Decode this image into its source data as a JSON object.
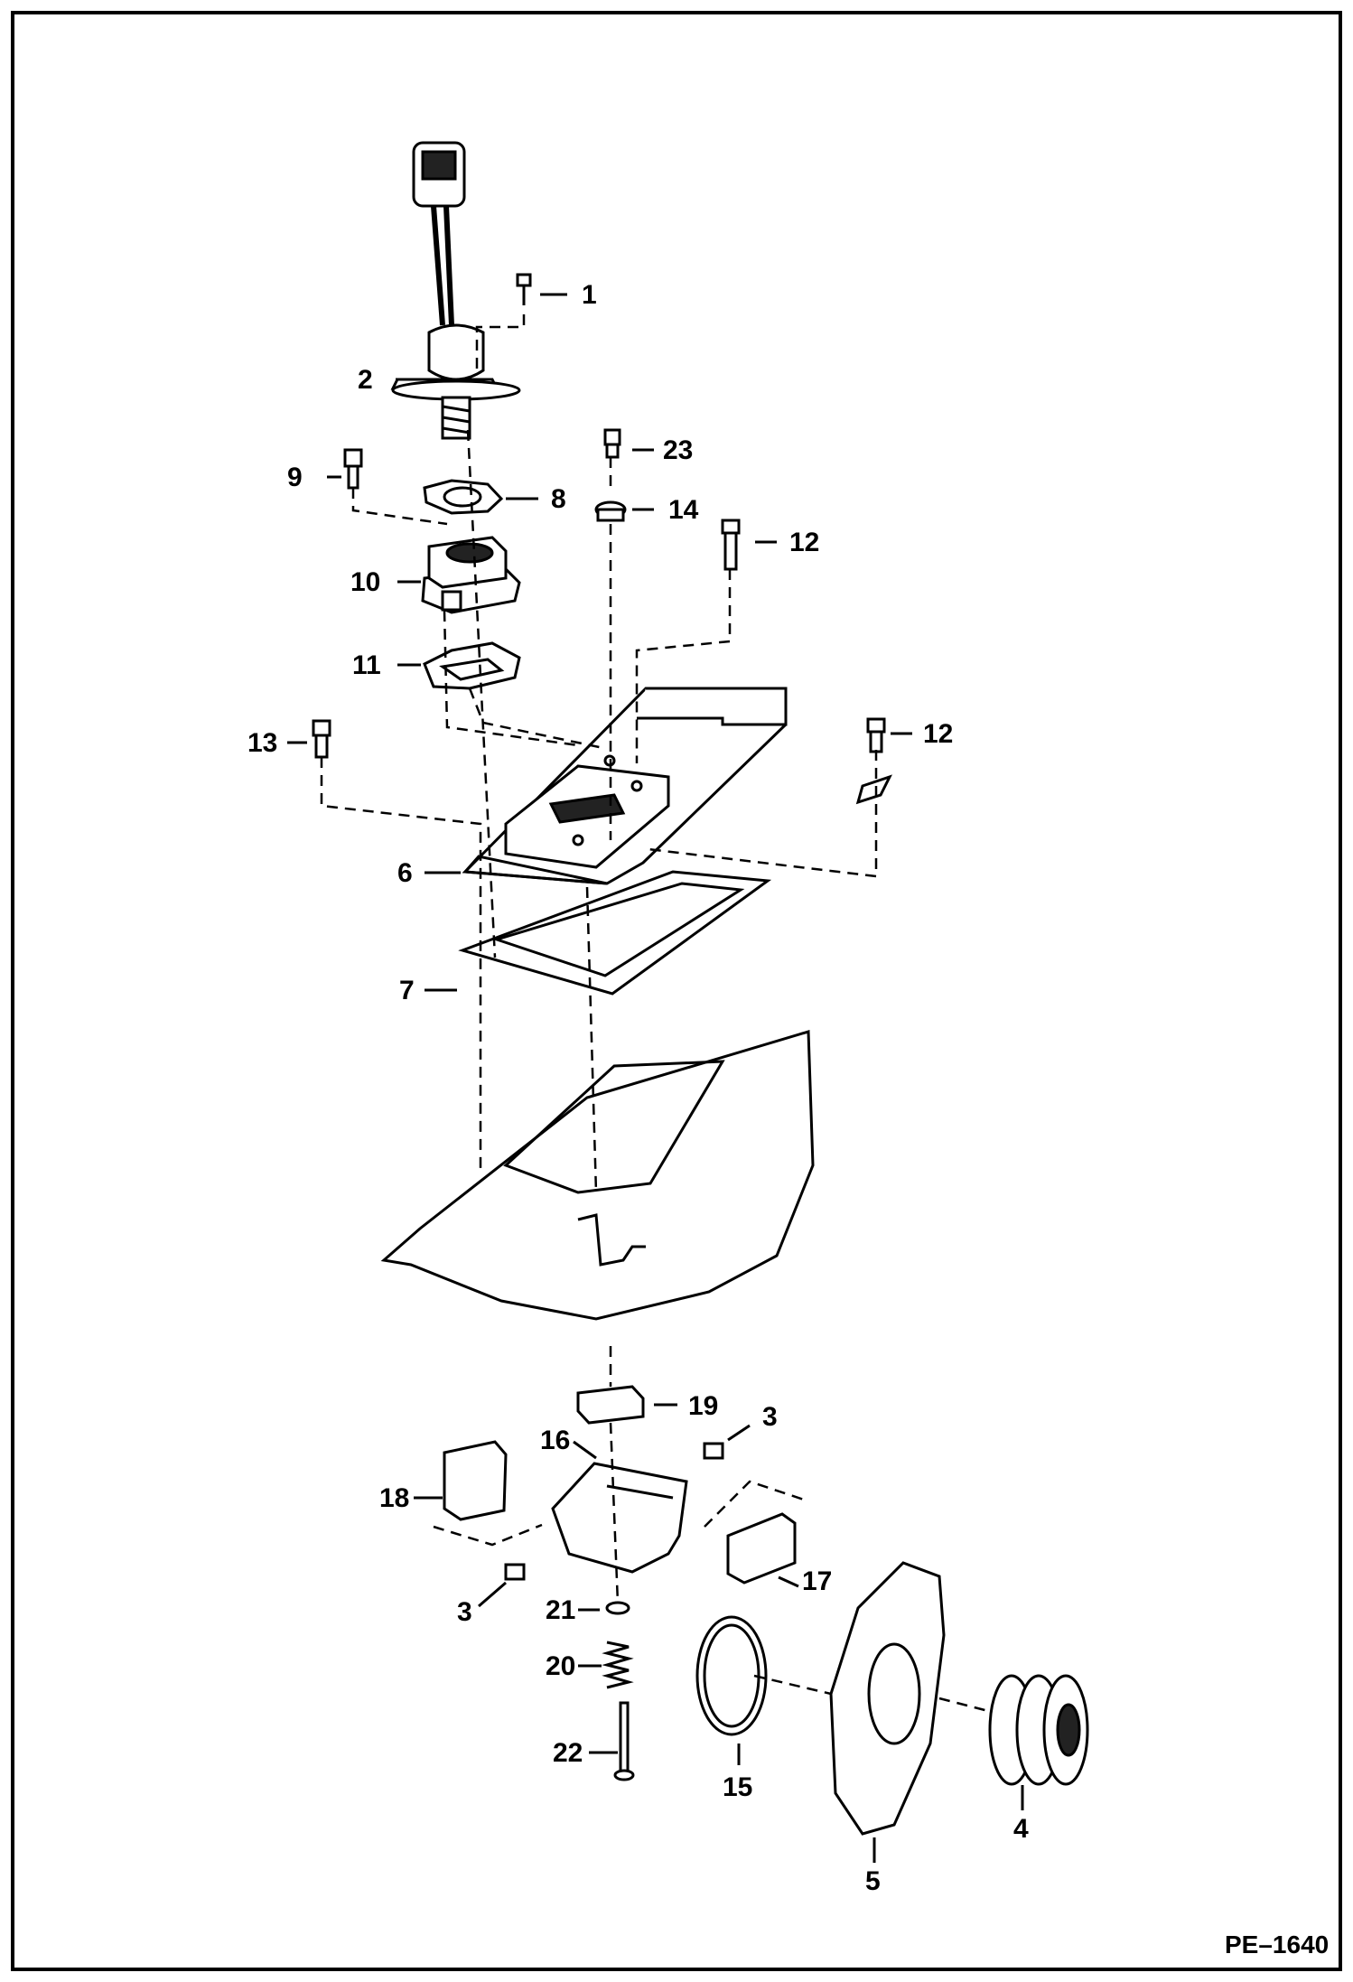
{
  "figure_ref": "PE–1640",
  "callouts": [
    {
      "id": "1",
      "label": "1"
    },
    {
      "id": "2",
      "label": "2"
    },
    {
      "id": "3a",
      "label": "3"
    },
    {
      "id": "3b",
      "label": "3"
    },
    {
      "id": "4",
      "label": "4"
    },
    {
      "id": "5",
      "label": "5"
    },
    {
      "id": "6",
      "label": "6"
    },
    {
      "id": "7",
      "label": "7"
    },
    {
      "id": "8",
      "label": "8"
    },
    {
      "id": "9",
      "label": "9"
    },
    {
      "id": "10",
      "label": "10"
    },
    {
      "id": "11",
      "label": "11"
    },
    {
      "id": "12a",
      "label": "12"
    },
    {
      "id": "12b",
      "label": "12"
    },
    {
      "id": "13",
      "label": "13"
    },
    {
      "id": "14",
      "label": "14"
    },
    {
      "id": "15",
      "label": "15"
    },
    {
      "id": "16",
      "label": "16"
    },
    {
      "id": "17",
      "label": "17"
    },
    {
      "id": "18",
      "label": "18"
    },
    {
      "id": "19",
      "label": "19"
    },
    {
      "id": "20",
      "label": "20"
    },
    {
      "id": "21",
      "label": "21"
    },
    {
      "id": "22",
      "label": "22"
    },
    {
      "id": "23",
      "label": "23"
    }
  ]
}
